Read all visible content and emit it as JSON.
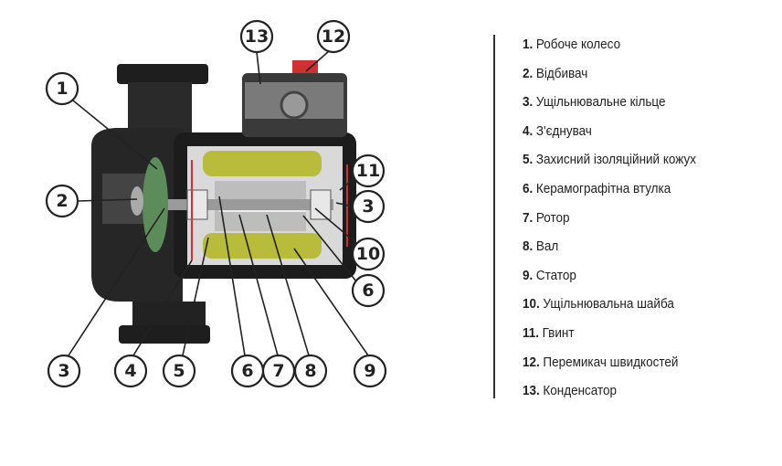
{
  "callouts": [
    "13",
    "12",
    "1",
    "2",
    "11",
    "3",
    "10",
    "6",
    "3",
    "4",
    "5",
    "6",
    "7",
    "8",
    "9"
  ],
  "legend": [
    {
      "num": "1.",
      "label": "Робоче колесо"
    },
    {
      "num": "2.",
      "label": "Відбивач"
    },
    {
      "num": "3.",
      "label": "Ущільнювальне кільце"
    },
    {
      "num": "4.",
      "label": "З'єднувач"
    },
    {
      "num": "5.",
      "label": "Захисний ізоляційний кожух"
    },
    {
      "num": "6.",
      "label": "Керамографітна втулка"
    },
    {
      "num": "7.",
      "label": "Ротор"
    },
    {
      "num": "8.",
      "label": "Вал"
    },
    {
      "num": "9.",
      "label": "Статор"
    },
    {
      "num": "10.",
      "label": "Ущільнювальна шайба"
    },
    {
      "num": "11.",
      "label": "Гвинт"
    },
    {
      "num": "12.",
      "label": "Перемикач швидкостей"
    },
    {
      "num": "13.",
      "label": "Конденсатор"
    }
  ]
}
